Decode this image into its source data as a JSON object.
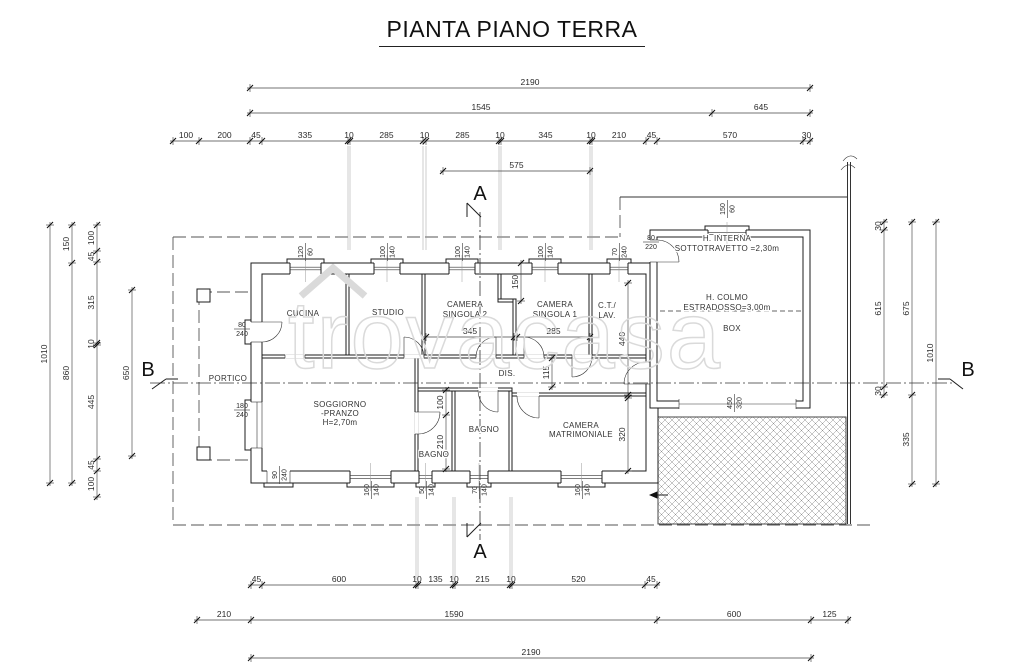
{
  "title": "PIANTA PIANO TERRA",
  "watermark": "trovacasa",
  "section_markers": {
    "a_top": "A",
    "a_bottom": "A",
    "b_left": "B",
    "b_right": "B"
  },
  "rooms": {
    "cucina": "CUCINA",
    "studio": "STUDIO",
    "camera_singola_2": [
      "CAMERA",
      "SINGOLA 2"
    ],
    "camera_singola_1": [
      "CAMERA",
      "SINGOLA 1"
    ],
    "ct_lav": [
      "C.T./",
      "LAV."
    ],
    "dis": "DIS.",
    "soggiorno": [
      "SOGGIORNO",
      "-PRANZO",
      "H=2,70m"
    ],
    "bagno_1": "BAGNO",
    "bagno_2": "BAGNO",
    "camera_matrimoniale": [
      "CAMERA",
      "MATRIMONIALE"
    ],
    "portico": "PORTICO",
    "box": "BOX",
    "box_h_interna": [
      "H. INTERNA",
      "SOTTOTRAVETTO =2,30m"
    ],
    "box_h_colmo": [
      "H. COLMO",
      "ESTRADOSSO=3,00m"
    ]
  },
  "dims": {
    "top_overall": [
      "2190"
    ],
    "top_sub": [
      "1545",
      "645"
    ],
    "top_detail": [
      "100",
      "200",
      "45",
      "335",
      "10",
      "285",
      "10",
      "285",
      "10",
      "345",
      "10",
      "210",
      "45",
      "570",
      "30"
    ],
    "top_inner": [
      "575"
    ],
    "bottom_detail": [
      "45",
      "600",
      "10",
      "135",
      "10",
      "215",
      "10",
      "520",
      "45"
    ],
    "bottom_mid": [
      "210",
      "1590",
      "600",
      "125"
    ],
    "bottom_overall": [
      "2190"
    ],
    "left_outer": [
      "1010"
    ],
    "left_mid": [
      "150",
      "860"
    ],
    "left_detail": [
      "100",
      "45",
      "315",
      "10",
      "445",
      "45",
      "100"
    ],
    "left_portico": [
      "650"
    ],
    "right_detail": [
      "30",
      "615",
      "30"
    ],
    "right_mid": [
      "675",
      "335"
    ],
    "right_outer": [
      "1010"
    ],
    "int_cs2": [
      "345"
    ],
    "int_cs1": [
      "285"
    ],
    "int_jog": [
      "150"
    ],
    "int_dis": [
      "115"
    ],
    "int_ct": [
      "440"
    ],
    "int_matr": [
      "320"
    ],
    "int_bagno": [
      "100",
      "210"
    ]
  },
  "openings": {
    "top_windows": [
      "120/60",
      "100/140",
      "100/140",
      "100/140",
      "70/240"
    ],
    "left_doors": [
      "80/240",
      "180/240"
    ],
    "bottom": [
      "90/240",
      "160/140",
      "50/140",
      "70/140",
      "160/140"
    ],
    "box_door": "80/220",
    "box_window": "150/60",
    "box_garage": "450/320"
  }
}
